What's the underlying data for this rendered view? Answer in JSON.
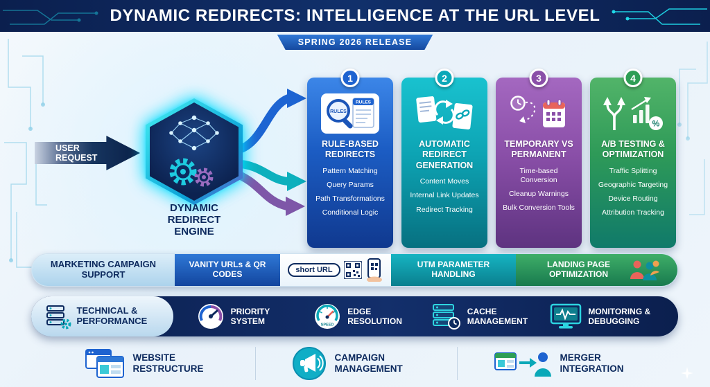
{
  "header": {
    "title": "DYNAMIC REDIRECTS: INTELLIGENCE AT THE URL LEVEL",
    "badge": "SPRING 2026 RELEASE"
  },
  "engine": {
    "input_label": "USER REQUEST",
    "label": "DYNAMIC REDIRECT ENGINE"
  },
  "features": [
    {
      "number": "1",
      "title": "RULE-BASED REDIRECTS",
      "icon": "rules-magnifier-icon",
      "icon_text": "RULES",
      "color": "#1e63d0",
      "items": [
        "Pattern Matching",
        "Query Params",
        "Path Transformations",
        "Conditional Logic"
      ]
    },
    {
      "number": "2",
      "title": "AUTOMATIC REDIRECT GENERATION",
      "icon": "documents-link-sync-icon",
      "color": "#0aa8b8",
      "items": [
        "Content Moves",
        "Internal Link Updates",
        "Redirect Tracking"
      ]
    },
    {
      "number": "3",
      "title": "TEMPORARY VS PERMANENT",
      "icon": "clock-calendar-icon",
      "color": "#8a4fa8",
      "items": [
        "Time-based Conversion",
        "Cleanup Warnings",
        "Bulk Conversion Tools"
      ]
    },
    {
      "number": "4",
      "title": "A/B TESTING & OPTIMIZATION",
      "icon": "split-arrows-chart-icon",
      "color": "#2e9e55",
      "items": [
        "Traffic Splitting",
        "Geographic Targeting",
        "Device Routing",
        "Attribution Tracking"
      ]
    }
  ],
  "marketing": {
    "label": "MARKETING CAMPAIGN SUPPORT",
    "vanity": "VANITY URLs & QR CODES",
    "short_url": "short URL",
    "utm": "UTM PARAMETER HANDLING",
    "landing": "LANDING PAGE OPTIMIZATION"
  },
  "technical": {
    "label": "TECHNICAL & PERFORMANCE",
    "items": [
      {
        "name": "PRIORITY SYSTEM",
        "icon": "gauge-icon"
      },
      {
        "name": "EDGE RESOLUTION",
        "icon": "speedometer-icon",
        "icon_text": "SPEED"
      },
      {
        "name": "CACHE MANAGEMENT",
        "icon": "cache-server-clock-icon"
      },
      {
        "name": "MONITORING & DEBUGGING",
        "icon": "monitor-pulse-icon"
      }
    ]
  },
  "use_cases": [
    {
      "name": "WEBSITE RESTRUCTURE",
      "icon": "browser-windows-icon"
    },
    {
      "name": "CAMPAIGN MANAGEMENT",
      "icon": "megaphone-icon"
    },
    {
      "name": "MERGER INTEGRATION",
      "icon": "merge-windows-person-icon"
    }
  ],
  "colors": {
    "navy": "#0d2a5e",
    "blue": "#1e63d0",
    "teal": "#0aa8b8",
    "purple": "#8a4fa8",
    "green": "#2e9e55",
    "light_bg": "#ecf4fb"
  }
}
